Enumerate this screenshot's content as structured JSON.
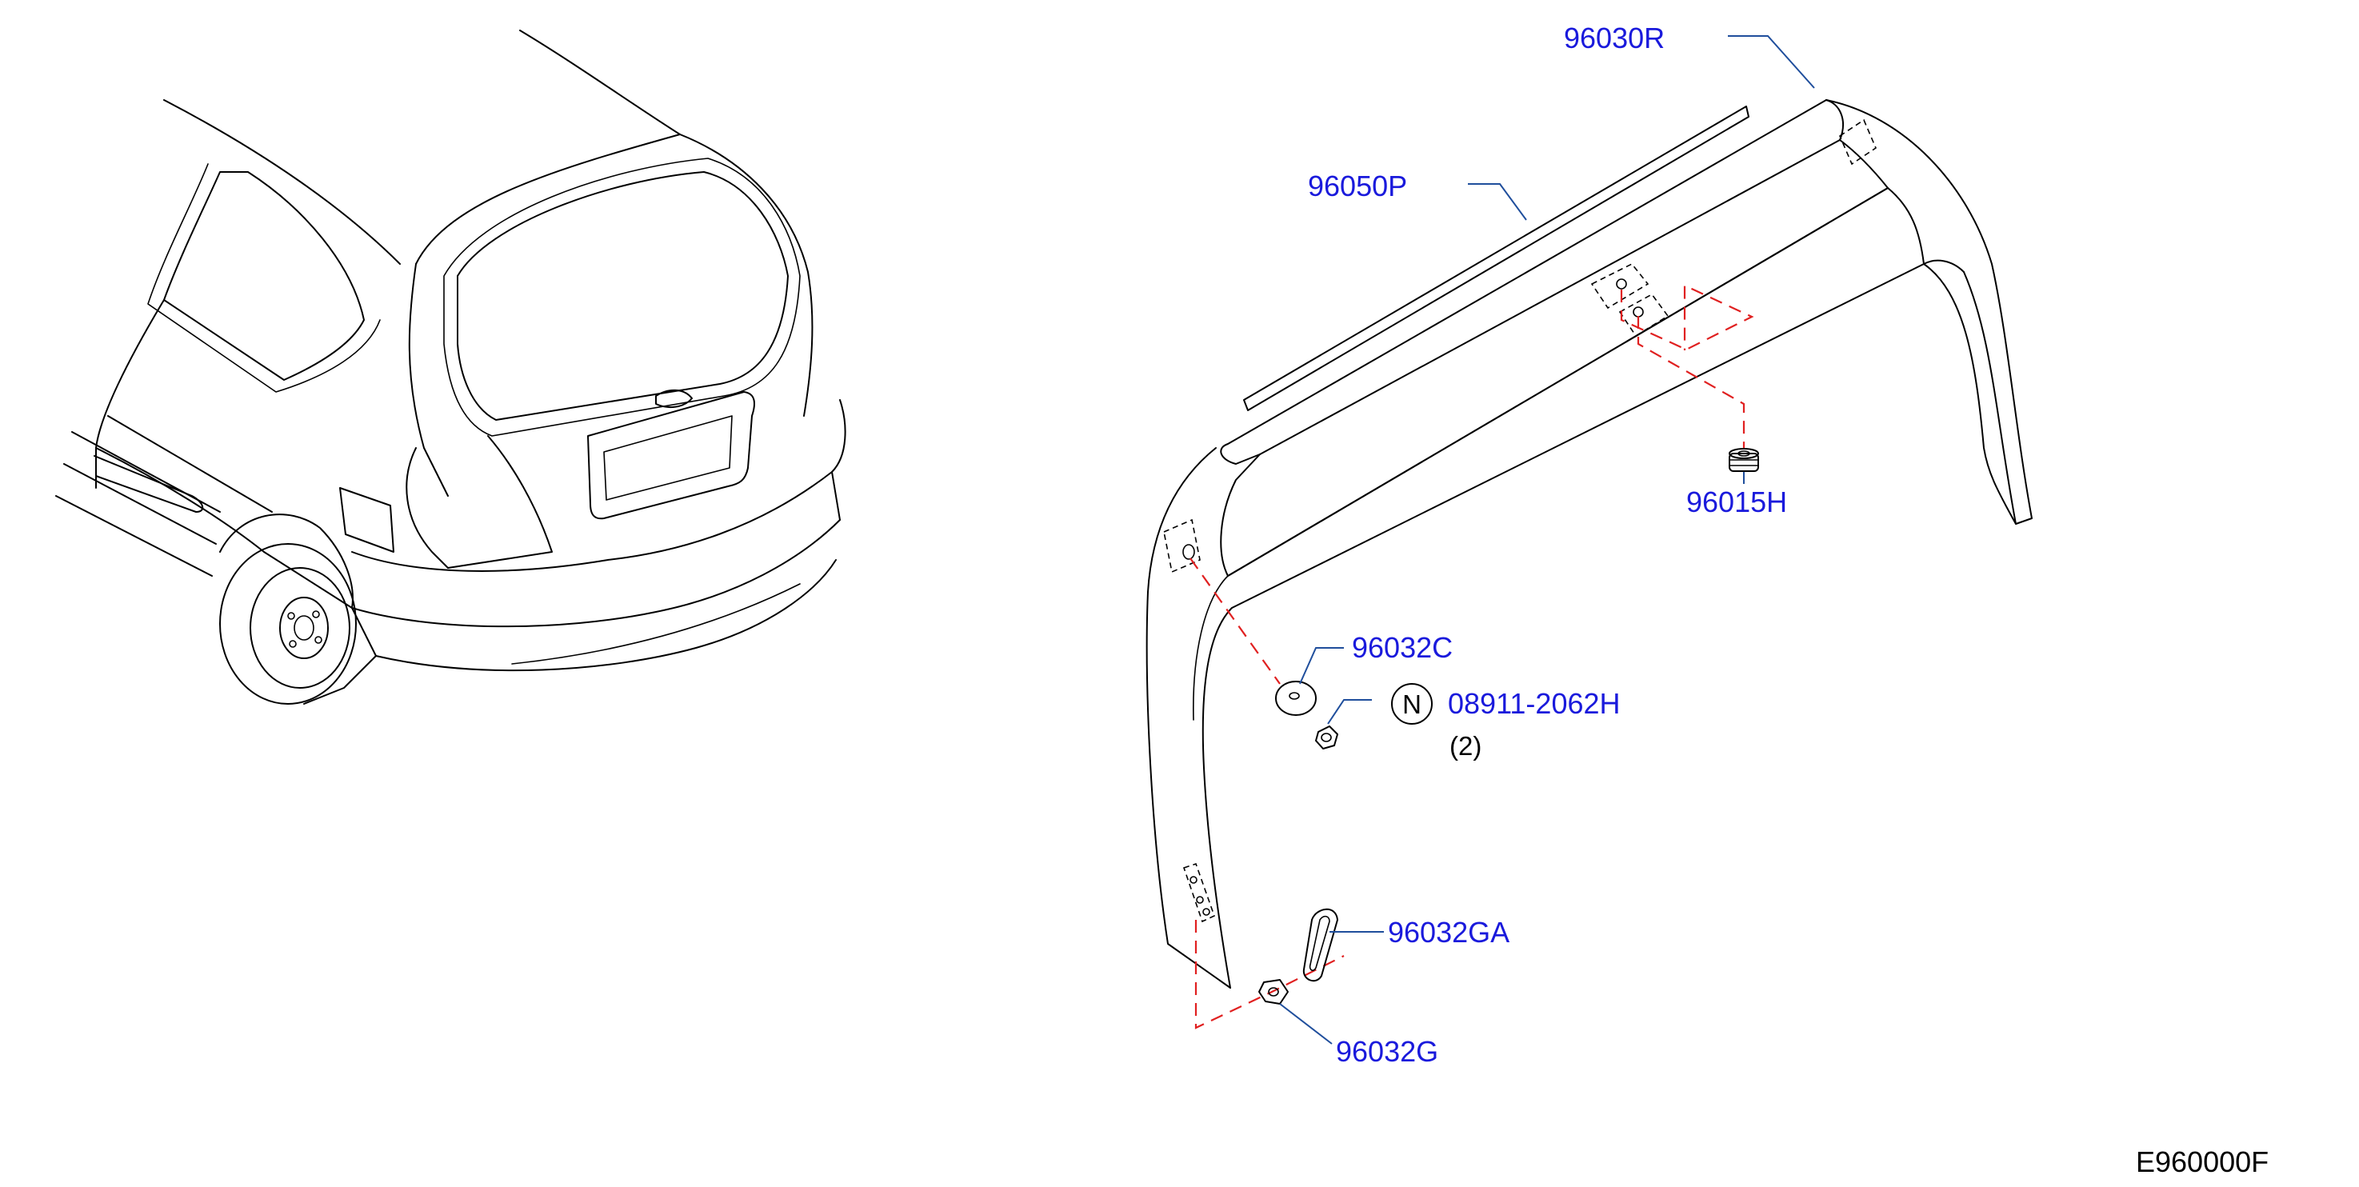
{
  "colors": {
    "part_label": "#1a1adc",
    "leader": "#1f4e9c",
    "mounting_dash": "#e02020",
    "outline": "#000000",
    "background": "#ffffff"
  },
  "parts": {
    "spoiler": "96030R",
    "seal_strip": "96050P",
    "grommet": "96015H",
    "cap": "96032C",
    "nut": "08911-2062H",
    "nut_quantity": "(2)",
    "nut_symbol": "N",
    "clip": "96032GA",
    "clip_seal": "96032G"
  },
  "drawing_id": "E960000F"
}
